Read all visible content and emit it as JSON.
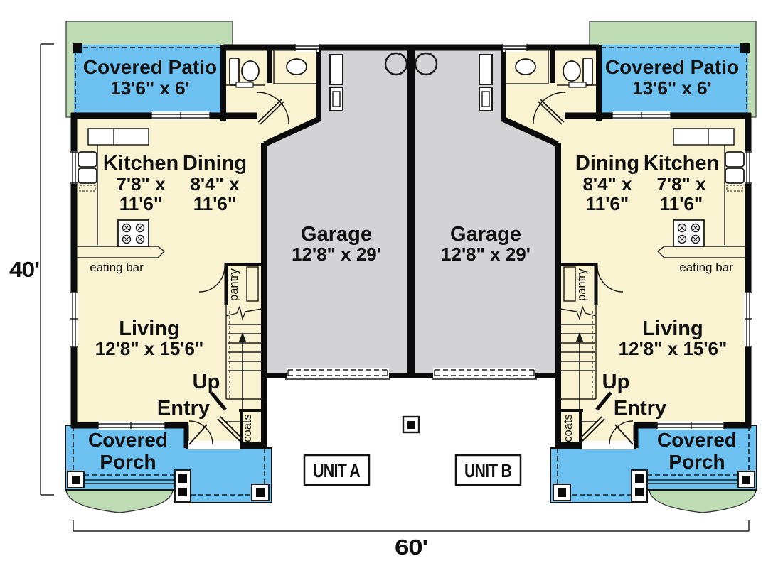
{
  "colors": {
    "patio_blue": "#6cc1f0",
    "lawn_green": "#bedcb4",
    "floor_cream": "#faf3d2",
    "garage_gray": "#d3d3d5",
    "wall_black": "#0b0b0b",
    "line": "#1a1a1a"
  },
  "dimensions": {
    "depth": "40'",
    "width": "60'"
  },
  "units": {
    "a": "UNIT A",
    "b": "UNIT B"
  },
  "rooms": {
    "patio": {
      "name": "Covered Patio",
      "size": "13'6\" x 6'"
    },
    "kitchen": {
      "name": "Kitchen",
      "size_line1": "7'8\" x",
      "size_line2": "11'6\""
    },
    "dining": {
      "name": "Dining",
      "size_line1": "8'4\" x",
      "size_line2": "11'6\""
    },
    "garage": {
      "name": "Garage",
      "size": "12'8\" x 29'"
    },
    "living": {
      "name": "Living",
      "size": "12'8\" x 15'6\""
    },
    "entry": {
      "name": "Entry"
    },
    "porch": {
      "line1": "Covered",
      "line2": "Porch"
    },
    "stairs": {
      "label": "Up"
    },
    "pantry": {
      "label": "pantry"
    },
    "coats": {
      "label": "coats"
    },
    "eating_bar": {
      "label": "eating bar"
    }
  }
}
